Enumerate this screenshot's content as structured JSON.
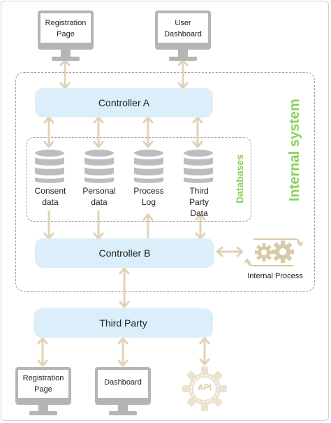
{
  "diagram": {
    "internal_system_label": "Internal system",
    "databases_label": "Databases",
    "controller_a": "Controller A",
    "controller_b": "Controller B",
    "third_party": "Third Party",
    "internal_process": "Internal Process",
    "top_clients": [
      {
        "line1": "Registration",
        "line2": "Page"
      },
      {
        "line1": "User",
        "line2": "Dashboard"
      }
    ],
    "databases": [
      {
        "line1": "Consent",
        "line2": "data",
        "line3": ""
      },
      {
        "line1": "Personal",
        "line2": "data",
        "line3": ""
      },
      {
        "line1": "Process",
        "line2": "Log",
        "line3": ""
      },
      {
        "line1": "Third",
        "line2": "Party",
        "line3": "Data"
      }
    ],
    "bottom_clients": [
      {
        "line1": "Registration",
        "line2": "Page"
      },
      {
        "line1": "Dashboard",
        "line2": ""
      }
    ],
    "api_label": "API"
  },
  "colors": {
    "controller_fill": "#dbeefa",
    "arrow": "#e0d3b4",
    "monitor": "#b5b5b5",
    "database": "#bdbdbd",
    "accent_label": "#8bd15a"
  }
}
